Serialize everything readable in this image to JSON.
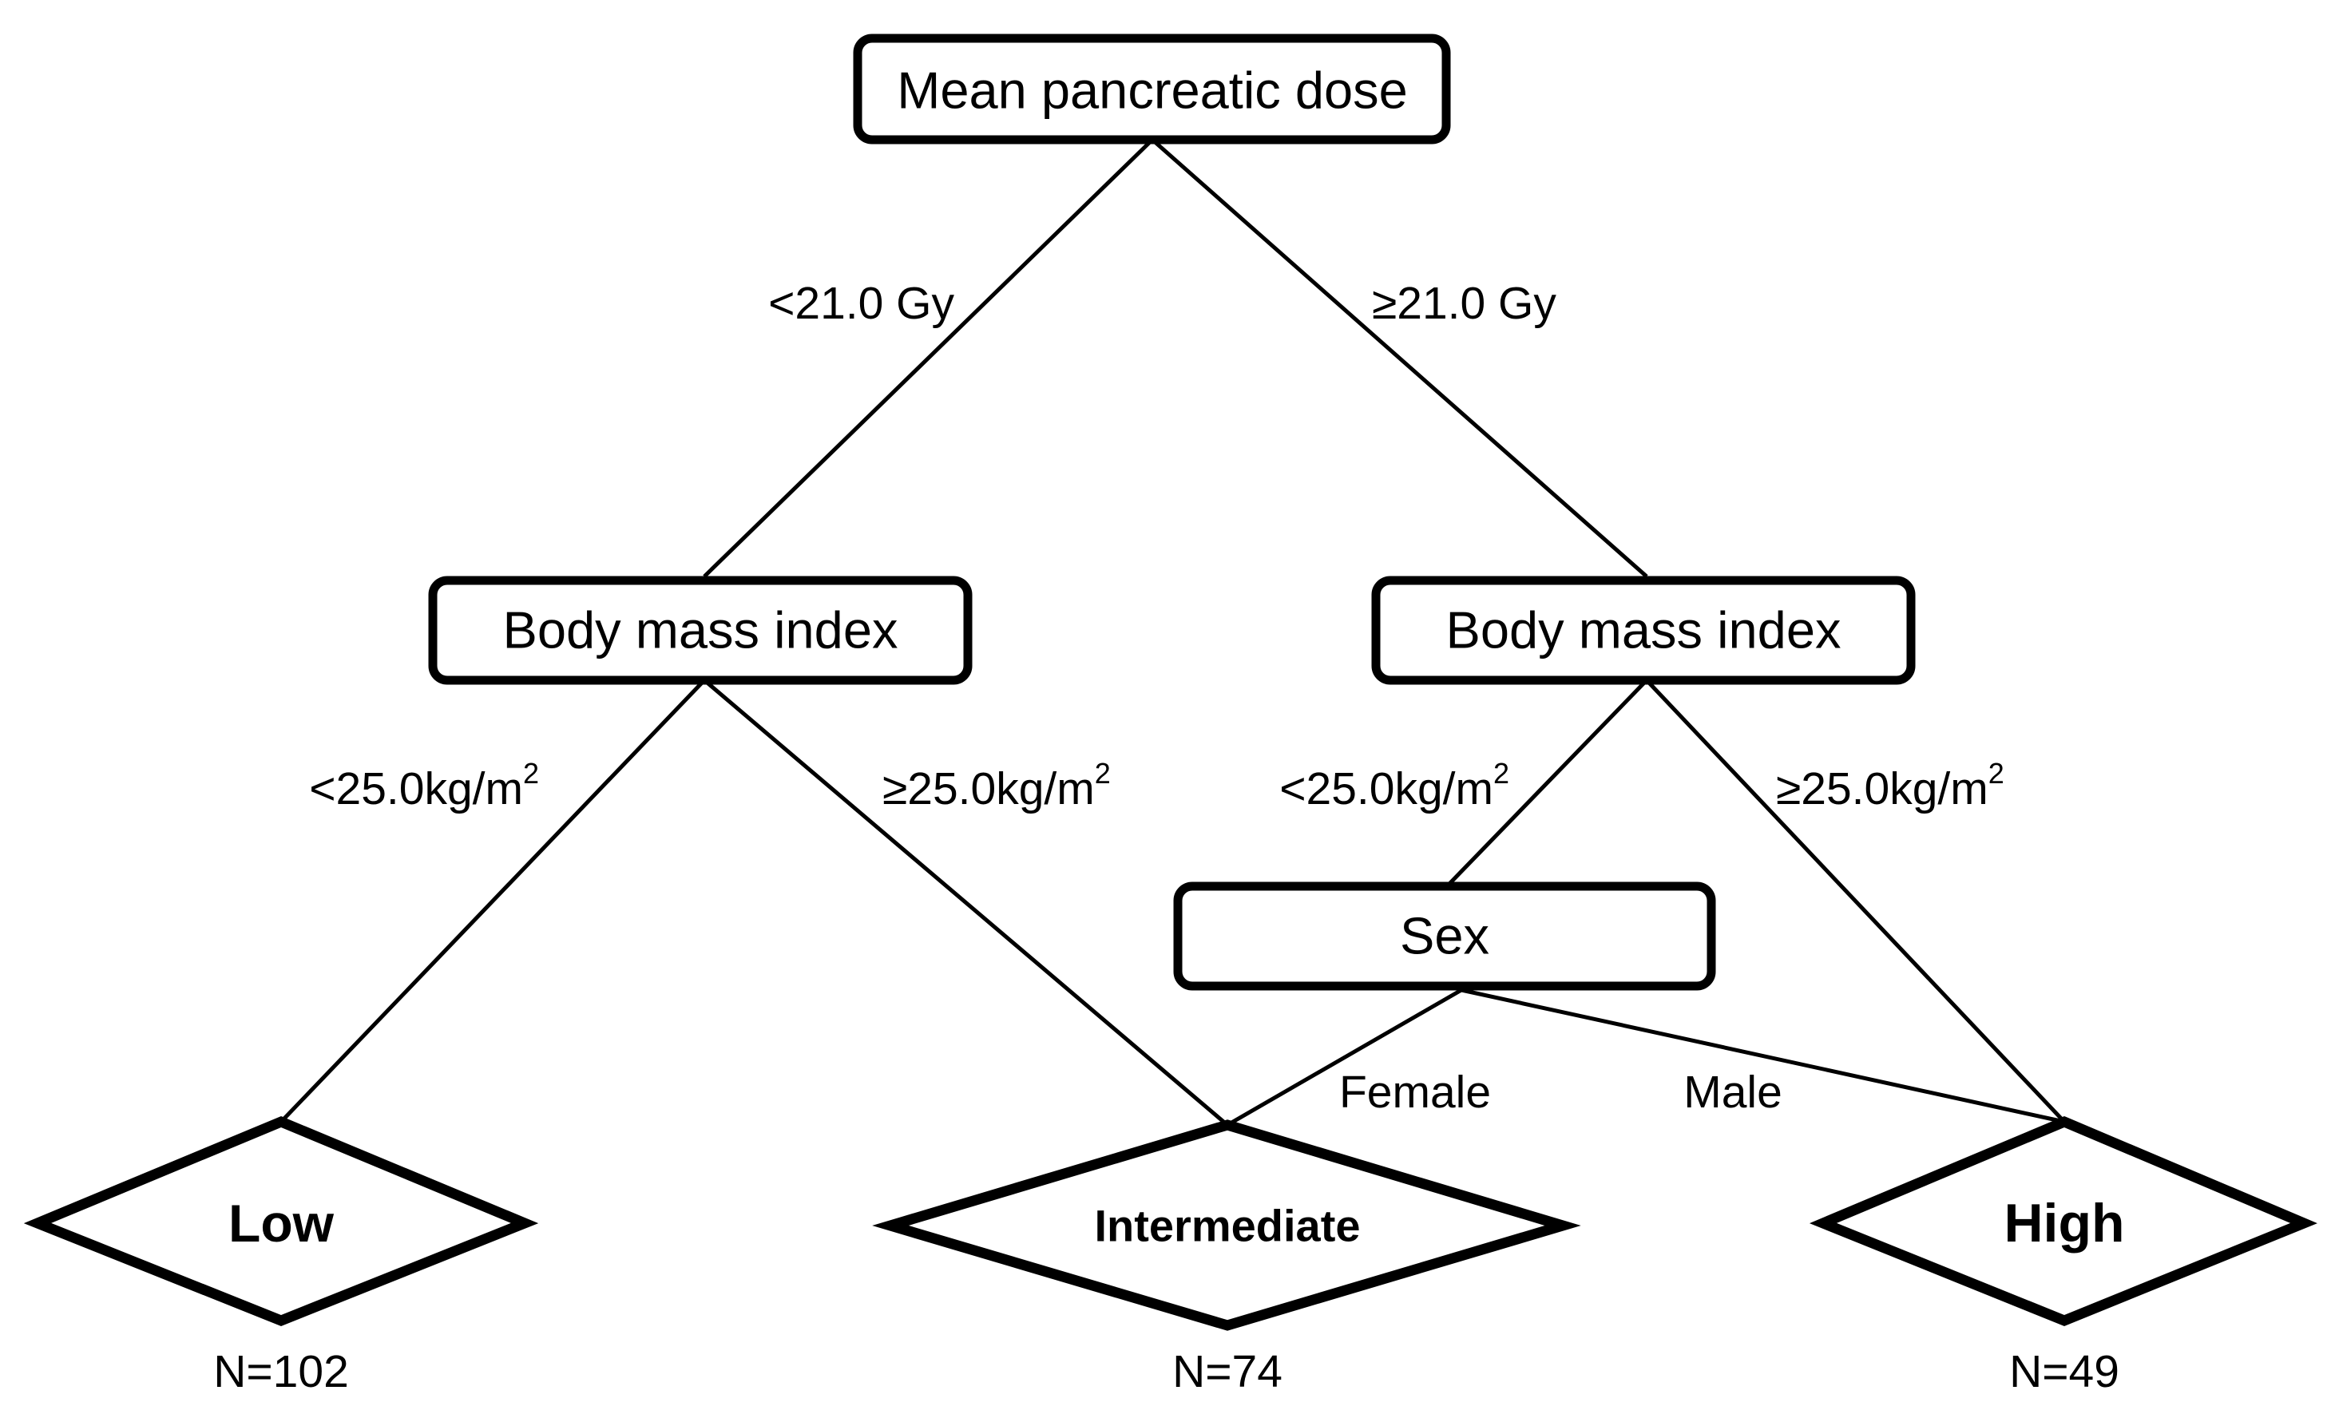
{
  "nodes": {
    "root": "Mean pancreatic dose",
    "bmi_left": "Body mass index",
    "bmi_right": "Body mass index",
    "sex": "Sex"
  },
  "edges": {
    "dose_low": "<21.0 Gy",
    "dose_high": "≥21.0 Gy",
    "left_bmi_low_base": "<25.0kg/m",
    "left_bmi_high_base": "≥25.0kg/m",
    "right_bmi_low_base": "<25.0kg/m",
    "right_bmi_high_base": "≥25.0kg/m",
    "unit_superscript": "2",
    "sex_female": "Female",
    "sex_male": "Male"
  },
  "leaves": {
    "low": "Low",
    "intermediate": "Intermediate",
    "high": "High"
  },
  "counts": {
    "low": "N=102",
    "intermediate": "N=74",
    "high": "N=49"
  },
  "colors": {
    "stroke": "#000000",
    "background": "#ffffff"
  }
}
